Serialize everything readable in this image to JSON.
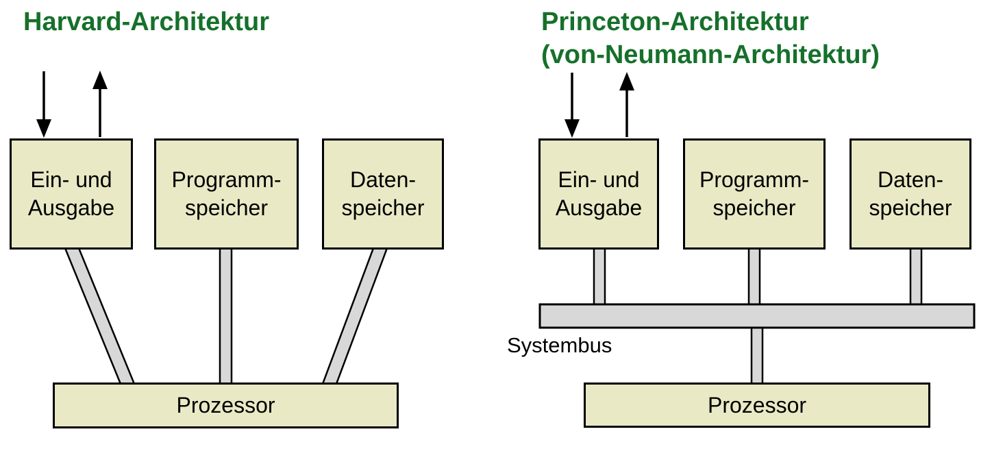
{
  "colors": {
    "title_green": "#16702b",
    "box_fill": "#e9e9c6",
    "box_border": "#000000",
    "connector_gray": "#d8d8d8",
    "background": "#ffffff"
  },
  "icons": {
    "input_arrow": "arrow-down",
    "output_arrow": "arrow-up"
  },
  "harvard": {
    "title": "Harvard-Architektur",
    "io_box": {
      "line1": "Ein- und",
      "line2": "Ausgabe"
    },
    "program_box": {
      "line1": "Programm-",
      "line2": "speicher"
    },
    "data_box": {
      "line1": "Daten-",
      "line2": "speicher"
    },
    "processor_label": "Prozessor"
  },
  "princeton": {
    "title_line1": "Princeton-Architektur",
    "title_line2": "(von-Neumann-Architektur)",
    "io_box": {
      "line1": "Ein- und",
      "line2": "Ausgabe"
    },
    "program_box": {
      "line1": "Programm-",
      "line2": "speicher"
    },
    "data_box": {
      "line1": "Daten-",
      "line2": "speicher"
    },
    "bus_label": "Systembus",
    "processor_label": "Prozessor"
  }
}
